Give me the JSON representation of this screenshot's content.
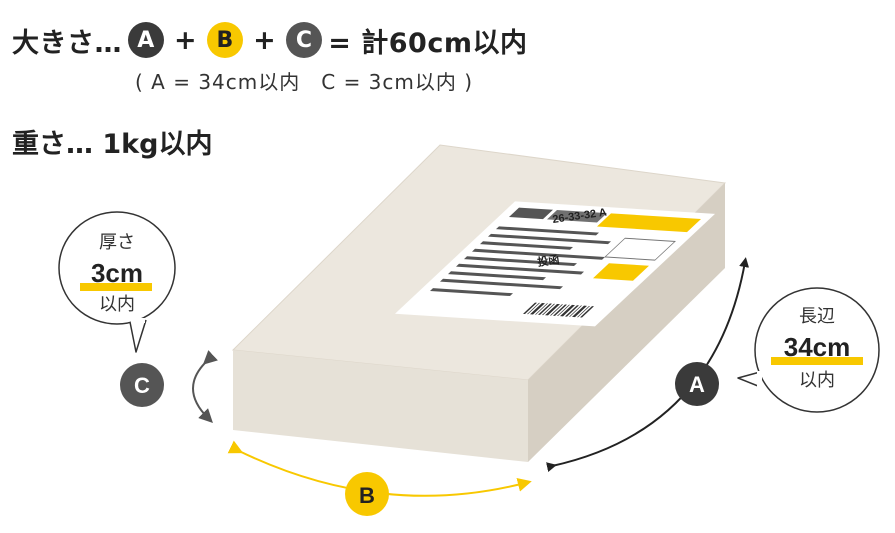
{
  "size_heading": {
    "label": "大きさ…",
    "a": "A",
    "plus1": "+",
    "b": "B",
    "plus2": "+",
    "c": "C",
    "total": "= 計60cm以内"
  },
  "size_note": "( A = 34cm以内　C = 3cm以内 )",
  "weight": "重さ… 1kg以内",
  "parcel_label": {
    "code": "26-33-32 A",
    "tag": "投函"
  },
  "callout_thickness": {
    "line1": "厚さ",
    "line2": "3cm",
    "line3": "以内"
  },
  "callout_length": {
    "line1": "長辺",
    "line2": "34cm",
    "line3": "以内"
  },
  "dim_a": "A",
  "dim_b": "B",
  "dim_c": "C",
  "colors": {
    "highlight": "#f8c800",
    "badge_dark": "#3a3a3a",
    "box_top": "#ece7de",
    "box_front": "#e6e1d7",
    "box_side": "#d6cfc3"
  }
}
